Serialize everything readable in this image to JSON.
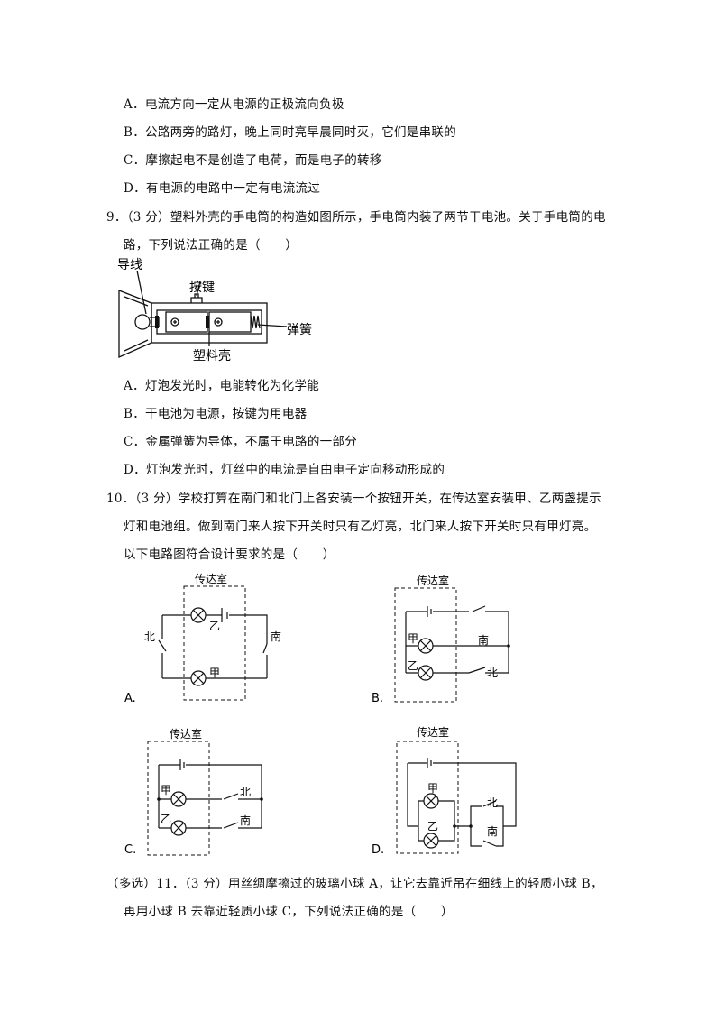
{
  "q8_options": [
    "A．电流方向一定从电源的正极流向负极",
    "B．公路两旁的路灯，晚上同时亮早晨同时灭，它们是串联的",
    "C．摩擦起电不是创造了电荷，而是电子的转移",
    "D．有电源的电路中一定有电流流过"
  ],
  "q9": {
    "stem_line1": "9．（3 分）塑料外壳的手电筒的构造如图所示，手电筒内装了两节干电池。关于手电筒的电",
    "stem_line2": "路，下列说法正确的是（　　）",
    "figure_labels": {
      "wire": "导线",
      "button": "按键",
      "spring": "弹簧",
      "shell": "塑料壳"
    },
    "options": [
      "A．灯泡发光时，电能转化为化学能",
      "B．干电池为电源，按键为用电器",
      "C．金属弹簧为导体，不属于电路的一部分",
      "D．灯泡发光时，灯丝中的电流是自由电子定向移动形成的"
    ]
  },
  "q10": {
    "stem_line1": "10．（3 分）学校打算在南门和北门上各安装一个按钮开关，在传达室安装甲、乙两盏提示",
    "stem_line2": "灯和电池组。做到南门来人按下开关时只有乙灯亮，北门来人按下开关时只有甲灯亮。",
    "stem_line3": "以下电路图符合设计要求的是（　　）",
    "labels": {
      "room": "传达室",
      "north": "北",
      "south": "南",
      "jia": "甲",
      "yi": "乙"
    },
    "option_letters": [
      "A.",
      "B.",
      "C.",
      "D."
    ]
  },
  "q11": {
    "stem_line1": "（多选）11．（3 分）用丝绸摩擦过的玻璃小球 A，让它去靠近吊在细线上的轻质小球 B，",
    "stem_line2": "再用小球 B 去靠近轻质小球 C，下列说法正确的是（　　）"
  }
}
